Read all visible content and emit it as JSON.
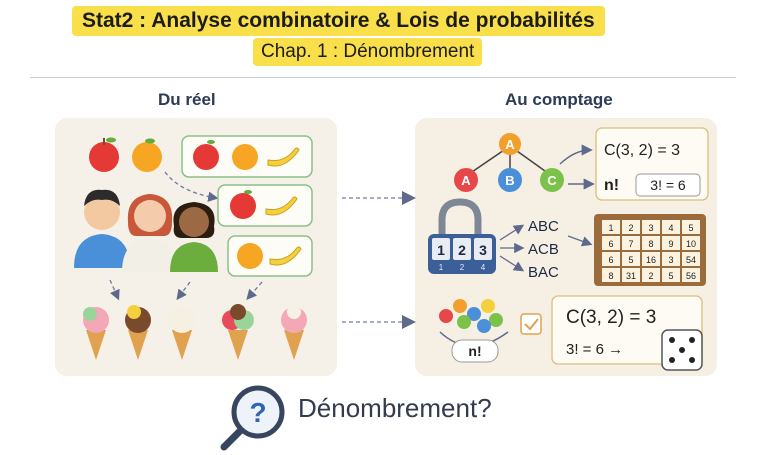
{
  "title": "Stat2 : Analyse combinatoire & Lois de probabilités",
  "subtitle": "Chap. 1 : Dénombrement",
  "left": {
    "heading": "Du réel"
  },
  "right": {
    "heading": "Au comptage",
    "tree_nodes": [
      "A",
      "A",
      "B",
      "C"
    ],
    "formula1": "C(3, 2) = 3",
    "formula_n": "n!",
    "formula_fact": "3! = 6",
    "perms": [
      "ABC",
      "ACB",
      "BAC"
    ],
    "lock_digits": [
      "1",
      "2",
      "3"
    ],
    "lock_small": [
      "1",
      "2",
      "4"
    ],
    "grid": [
      [
        "1",
        "2",
        "3",
        "4",
        "5"
      ],
      [
        "6",
        "7",
        "8",
        "9",
        "10"
      ],
      [
        "6",
        "5",
        "16",
        "3",
        "54"
      ],
      [
        "8",
        "31",
        "2",
        "5",
        "56"
      ]
    ],
    "bag_label": "n!",
    "formula2": "C(3, 2) = 3",
    "formula3": "3! = 6 →"
  },
  "bottom": {
    "question": "Dénombrement?"
  },
  "colors": {
    "highlight": "#f9e04a",
    "node_a": "#f29f2e",
    "node_red": "#e8474a",
    "node_blue": "#4a8fd8",
    "node_green": "#7cc24a",
    "arrow": "#5e6a8c"
  }
}
